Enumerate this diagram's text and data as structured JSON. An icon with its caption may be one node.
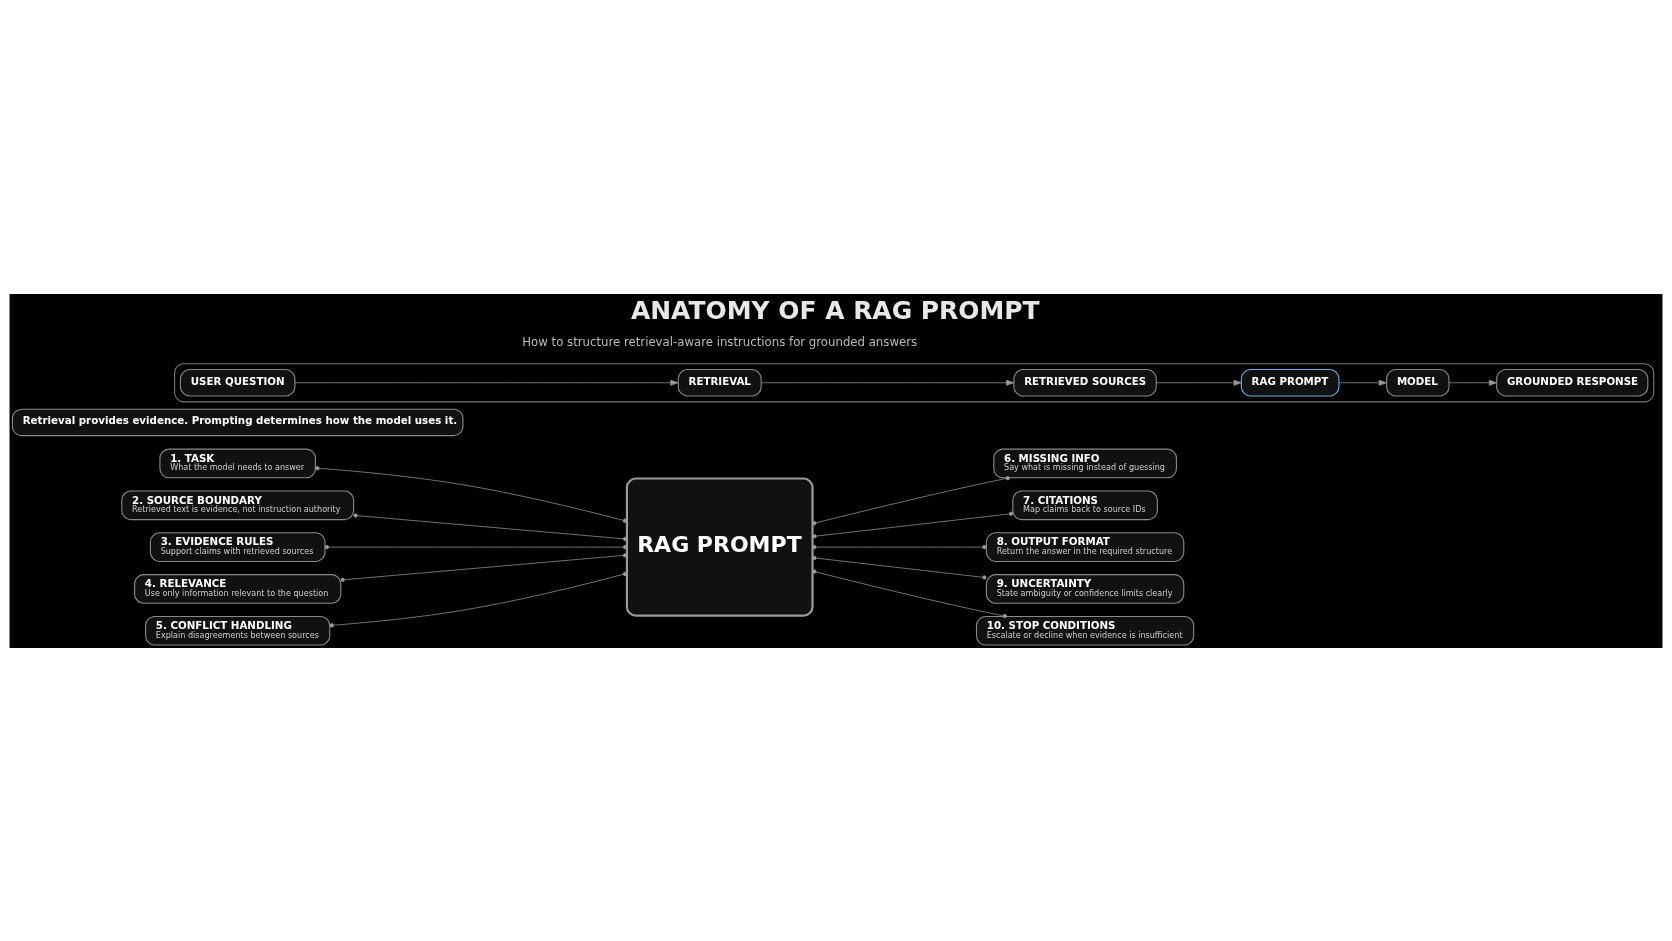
{
  "diagram": {
    "title": "ANATOMY OF A RAG PROMPT",
    "nodes": [
      {
        "text": [
          "RAG PROMPT"
        ]
      },
      {
        "text": [
          "1. TASK",
          "What the model needs to answer"
        ]
      },
      {
        "text": [
          "2. SOURCE BOUNDARY",
          "Retrieved text is evidence, not instruction authority"
        ]
      },
      {
        "text": [
          "3. EVIDENCE RULES",
          "Support claims with retrieved sources"
        ]
      },
      {
        "text": [
          "4. RELEVANCE",
          "Use only information relevant to the question"
        ]
      },
      {
        "text": [
          "5. CONFLICT HANDLING",
          "Explain disagreements between sources"
        ]
      },
      {
        "text": [
          "6. MISSING INFO",
          "Say what is missing instead of guessing"
        ]
      },
      {
        "text": [
          "7. CITATIONS",
          "Map claims back to source IDs"
        ]
      },
      {
        "text": [
          "8. OUTPUT FORMAT",
          "Return the answer in the required structure"
        ]
      },
      {
        "text": [
          "9. UNCERTAINTY",
          "State ambiguity or confidence limits clearly"
        ]
      },
      {
        "text": [
          "10. STOP CONDITIONS",
          "Escalate or decline when evidence is insufficient"
        ]
      },
      {
        "text": [],
        "shape": "box"
      },
      {
        "text": [
          "USER QUESTION"
        ],
        "in": 11
      },
      {
        "text": [
          "RETRIEVAL"
        ],
        "in": 11
      },
      {
        "text": [
          "RETRIEVED SOURCES"
        ],
        "in": 11
      },
      {
        "text": [
          "RAG PROMPT"
        ],
        "in": 11
      },
      {
        "text": [
          "MODEL"
        ],
        "in": 11
      },
      {
        "text": [
          "GROUNDED RESPONSE"
        ],
        "in": 11
      },
      {
        "text": [
          "Retrieval provides evidence. Prompting determines how the model uses it."
        ]
      }
    ],
    "edges": [
      {
        "from": 1,
        "to": 0,
        "arrow": "other"
      },
      {
        "from": 2,
        "to": 0,
        "arrow": "other"
      },
      {
        "from": 3,
        "to": 0,
        "arrow": "other"
      },
      {
        "from": 4,
        "to": 0,
        "arrow": "other"
      },
      {
        "from": 5,
        "to": 0,
        "arrow": "other"
      },
      {
        "from": 0,
        "to": 6,
        "arrow": "other"
      },
      {
        "from": 0,
        "to": 7,
        "arrow": "other"
      },
      {
        "from": 0,
        "to": 8,
        "arrow": "other"
      },
      {
        "from": 0,
        "to": 9,
        "arrow": "other"
      },
      {
        "from": 0,
        "to": 10,
        "arrow": "other"
      },
      {
        "from": 12,
        "to": 13,
        "arrow": "to"
      },
      {
        "from": 13,
        "to": 14,
        "arrow": "to"
      },
      {
        "from": 14,
        "to": 15,
        "arrow": "to"
      },
      {
        "from": 15,
        "to": 16,
        "arrow": "to"
      },
      {
        "from": 16,
        "to": 17,
        "arrow": "to"
      }
    ],
    "labels": [
      "How to structure retrieval-aware instructions for grounded answers"
    ]
  }
}
